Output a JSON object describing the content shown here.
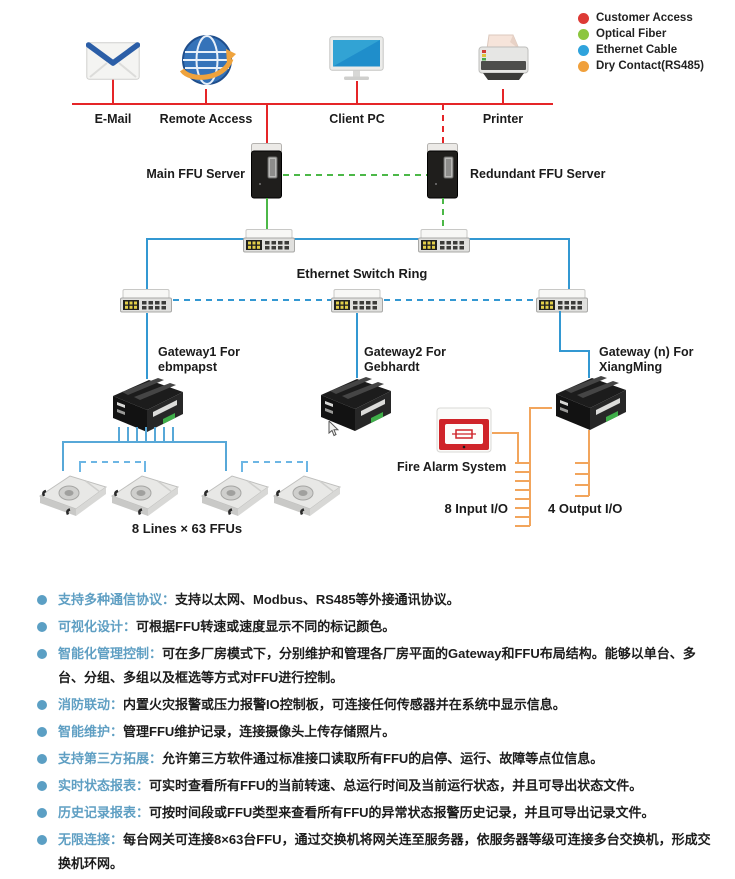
{
  "legend": {
    "items": [
      {
        "label": "Customer Access",
        "color": "#dd3a35"
      },
      {
        "label": "Optical Fiber",
        "color": "#8cc63f"
      },
      {
        "label": "Ethernet Cable",
        "color": "#2fa3dc"
      },
      {
        "label": "Dry Contact(RS485)",
        "color": "#f0a03c"
      }
    ]
  },
  "devices": {
    "email": "E-Mail",
    "remote_access": "Remote Access",
    "client_pc": "Client PC",
    "printer": "Printer"
  },
  "servers": {
    "main": "Main FFU Server",
    "redundant": "Redundant FFU Server"
  },
  "network": {
    "ring_label": "Ethernet Switch Ring"
  },
  "gateways": [
    {
      "line1": "Gateway1 For",
      "line2": "ebmpapst"
    },
    {
      "line1": "Gateway2 For",
      "line2": "Gebhardt"
    },
    {
      "line1": "Gateway (n) For",
      "line2": "XiangMing"
    }
  ],
  "ffu": {
    "label": "8 Lines × 63 FFUs"
  },
  "fire_alarm": {
    "label": "Fire Alarm System"
  },
  "io": {
    "input_label": "8 Input I/O",
    "output_label": "4 Output I/O"
  },
  "features": [
    {
      "heading": "支持多种通信协议：",
      "body": "支持以太网、Modbus、RS485等外接通讯协议。"
    },
    {
      "heading": "可视化设计：",
      "body": "可根据FFU转速或速度显示不同的标记颜色。"
    },
    {
      "heading": "智能化管理控制：",
      "body": "可在多厂房模式下，分别维护和管理各厂房平面的Gateway和FFU布局结构。能够以单台、多台、分组、多组以及框选等方式对FFU进行控制。"
    },
    {
      "heading": "消防联动：",
      "body": "内置火灾报警或压力报警IO控制板，可连接任何传感器并在系统中显示信息。"
    },
    {
      "heading": "智能维护：",
      "body": "管理FFU维护记录，连接摄像头上传存储照片。"
    },
    {
      "heading": "支持第三方拓展：",
      "body": "允许第三方软件通过标准接口读取所有FFU的启停、运行、故障等点位信息。"
    },
    {
      "heading": "实时状态报表：",
      "body": "可实时查看所有FFU的当前转速、总运行时间及当前运行状态，并且可导出状态文件。"
    },
    {
      "heading": "历史记录报表：",
      "body": "可按时间段或FFU类型来查看所有FFU的异常状态报警历史记录，并且可导出记录文件。"
    },
    {
      "heading": "无限连接：",
      "body": "每台网关可连接8×63台FFU，通过交换机将网关连至服务器，依服务器等级可连接多台交换机，形成交换机环网。"
    }
  ]
}
